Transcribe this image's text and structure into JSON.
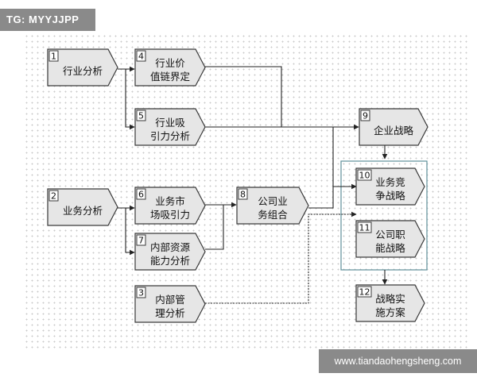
{
  "badges": {
    "tag": "TG: MYYJJPP",
    "site": "www.tiandaohengsheng.com"
  },
  "nodes": [
    {
      "id": "1",
      "lines": [
        "行业分析"
      ]
    },
    {
      "id": "4",
      "lines": [
        "行业价",
        "值链界定"
      ]
    },
    {
      "id": "5",
      "lines": [
        "行业吸",
        "引力分析"
      ]
    },
    {
      "id": "9",
      "lines": [
        "企业战略"
      ]
    },
    {
      "id": "2",
      "lines": [
        "业务分析"
      ]
    },
    {
      "id": "6",
      "lines": [
        "业务市",
        "场吸引力"
      ]
    },
    {
      "id": "8",
      "lines": [
        "公司业",
        "务组合"
      ]
    },
    {
      "id": "7",
      "lines": [
        "内部资源",
        "能力分析"
      ]
    },
    {
      "id": "10",
      "lines": [
        "业务竞",
        "争战略"
      ]
    },
    {
      "id": "11",
      "lines": [
        "公司职",
        "能战略"
      ]
    },
    {
      "id": "3",
      "lines": [
        "内部管",
        "理分析"
      ]
    },
    {
      "id": "12",
      "lines": [
        "战略实",
        "施方案"
      ]
    }
  ]
}
